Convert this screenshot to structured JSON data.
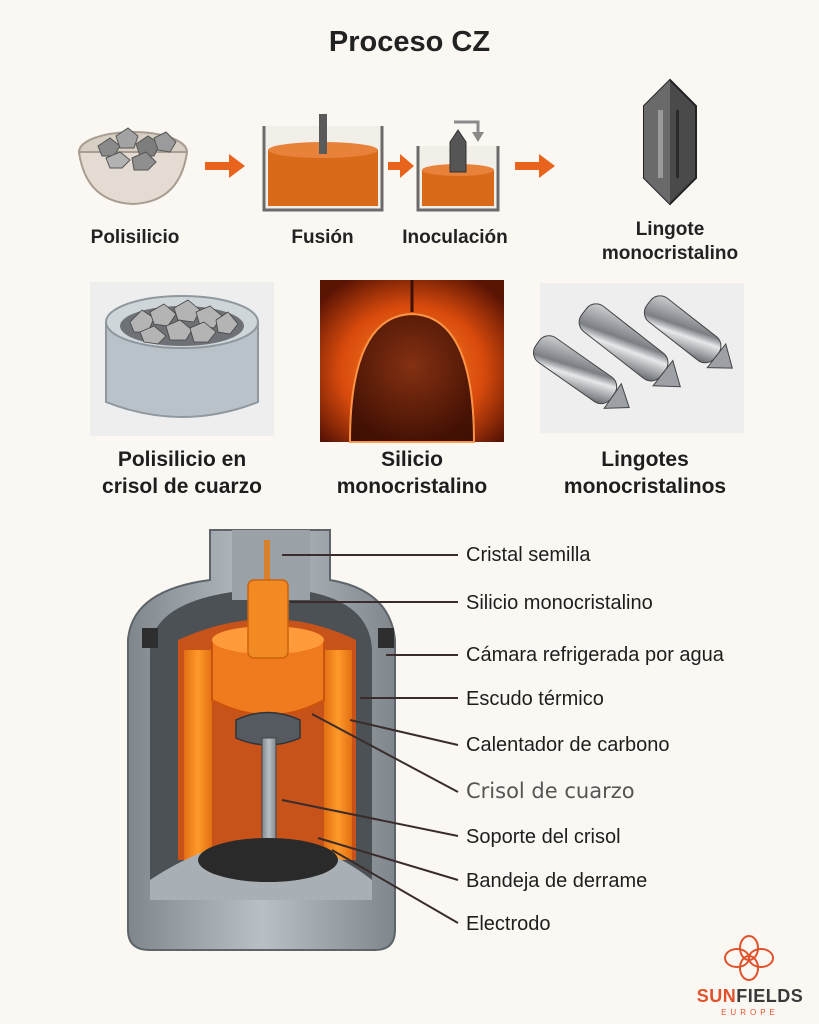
{
  "title": "Proceso CZ",
  "process_steps": [
    {
      "label": "Polisilicio",
      "icon": "polysilicon-bowl-icon"
    },
    {
      "label": "Fusión",
      "icon": "melting-crucible-icon"
    },
    {
      "label": "Inoculación",
      "icon": "seeding-crucible-icon"
    },
    {
      "label_line1": "Lingote",
      "label_line2": "monocristalino",
      "icon": "monocrystal-ingot-icon"
    }
  ],
  "photos": [
    {
      "line1": "Polisilicio en",
      "line2": "crisol de cuarzo"
    },
    {
      "line1": "Silicio",
      "line2": "monocristalino"
    },
    {
      "line1": "Lingotes",
      "line2": "monocristalinos"
    }
  ],
  "diagram_labels": [
    "Cristal semilla",
    "Silicio monocristalino",
    "Cámara refrigerada por agua",
    "Escudo térmico",
    "Calentador de carbono",
    "Crisol de cuarzo",
    "Soporte del crisol",
    "Bandeja de derrame",
    "Electrodo"
  ],
  "brand": {
    "sun": "SUN",
    "fields": "FIELDS",
    "sub": "EUROPE"
  },
  "colors": {
    "accent_orange": "#e8641c",
    "molten": "#d96a1a",
    "steel": "#9aa3aa",
    "brand_red": "#e0522b"
  }
}
